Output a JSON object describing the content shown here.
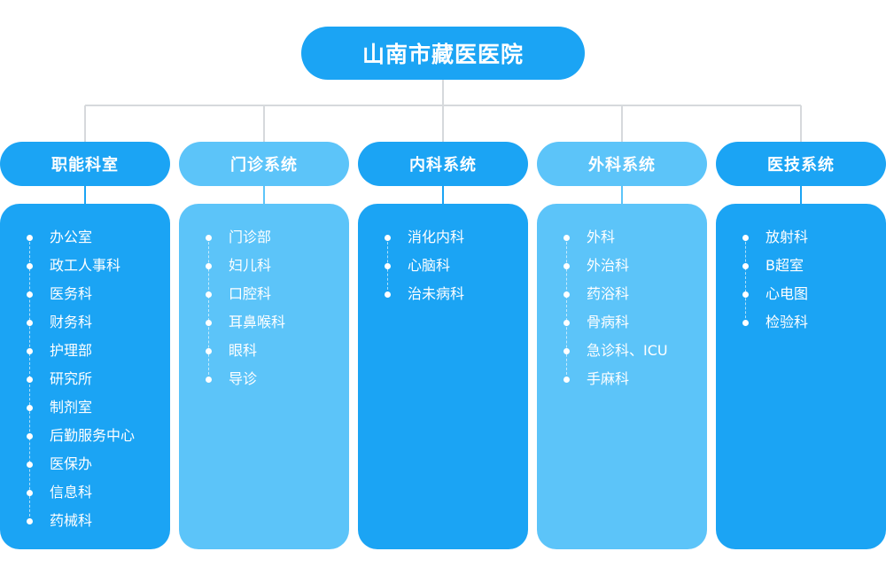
{
  "title": "山南市藏医医院",
  "colors": {
    "primary": "#1ba4f4",
    "secondary": "#5cc4f9",
    "connector": "#d6d9dc"
  },
  "departments": [
    {
      "name": "职能科室",
      "tone": "dark",
      "items": [
        "办公室",
        "政工人事科",
        "医务科",
        "财务科",
        "护理部",
        "研究所",
        "制剂室",
        "后勤服务中心",
        "医保办",
        "信息科",
        "药械科"
      ]
    },
    {
      "name": "门诊系统",
      "tone": "light",
      "items": [
        "门诊部",
        "妇儿科",
        "口腔科",
        "耳鼻喉科",
        "眼科",
        "导诊"
      ]
    },
    {
      "name": "内科系统",
      "tone": "dark",
      "items": [
        "消化内科",
        "心脑科",
        "治未病科"
      ]
    },
    {
      "name": "外科系统",
      "tone": "light",
      "items": [
        "外科",
        "外治科",
        "药浴科",
        "骨病科",
        "急诊科、ICU",
        "手麻科"
      ]
    },
    {
      "name": "医技系统",
      "tone": "dark",
      "items": [
        "放射科",
        "B超室",
        "心电图",
        "检验科"
      ]
    }
  ]
}
